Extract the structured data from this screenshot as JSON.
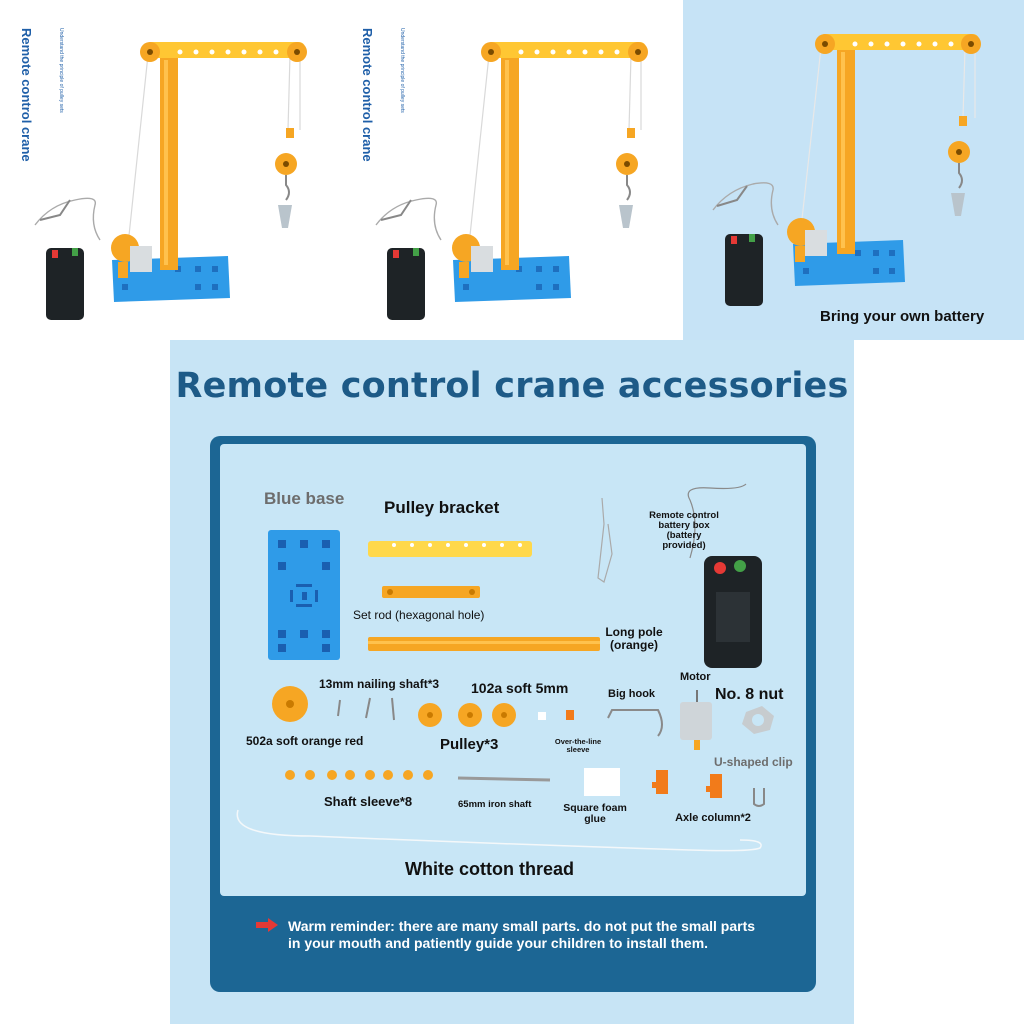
{
  "colors": {
    "accent": "#1d5a87",
    "frame": "#1c6694",
    "panel_bg": "#c8e6f6",
    "crane_yellow": "#ffc733",
    "crane_orange": "#f6a623",
    "base_blue": "#2f9be8",
    "battery_black": "#1e2326"
  },
  "top_panels": {
    "panel1": {
      "title": "Remote control crane",
      "subtitle": "Understand the principle of pulley sets"
    },
    "panel2": {
      "title": "Remote control crane",
      "subtitle": "Understand the principle of pulley sets"
    },
    "panel3": {
      "note": "Bring your own battery"
    }
  },
  "accessories": {
    "title": "Remote control crane accessories",
    "labels": {
      "blue_base": "Blue base",
      "pulley_bracket": "Pulley bracket",
      "set_rod": "Set rod (hexagonal hole)",
      "long_pole": "Long pole (orange)",
      "battery_box": "Remote control battery box (battery provided)",
      "nailing_shaft": "13mm nailing shaft*3",
      "soft_102a": "102a soft 5mm",
      "big_hook": "Big hook",
      "motor": "Motor",
      "nut": "No. 8 nut",
      "soft_502a": "502a soft orange red",
      "pulley": "Pulley*3",
      "over_line_sleeve": "Over-the-line sleeve",
      "u_clip": "U-shaped clip",
      "shaft_sleeve": "Shaft sleeve*8",
      "iron_shaft": "65mm iron shaft",
      "foam_glue": "Square foam glue",
      "axle_column": "Axle column*2",
      "cotton_thread": "White cotton thread"
    },
    "reminder": "Warm reminder: there are many small parts. do not put the small parts in your mouth and patiently guide your children to install them."
  }
}
